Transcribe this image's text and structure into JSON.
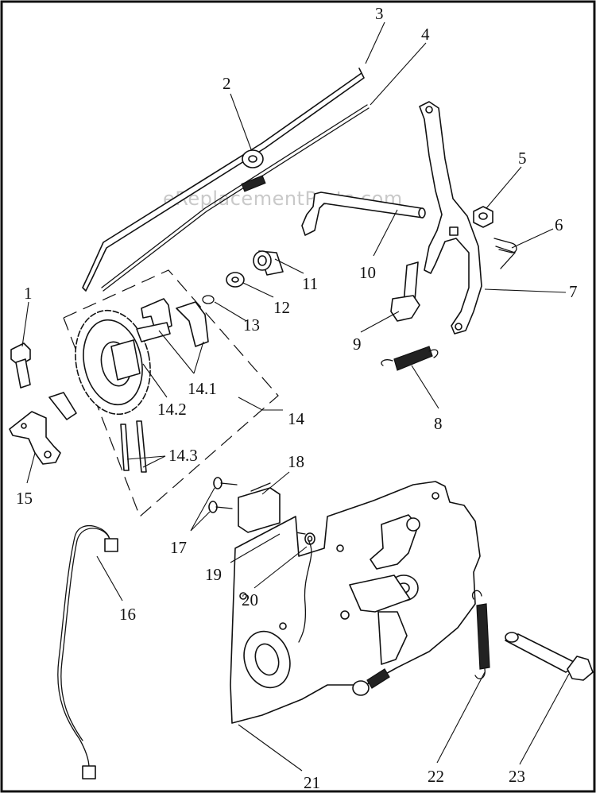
{
  "watermark": "eReplacementParts.com",
  "callouts": [
    {
      "id": "c1",
      "text": "1"
    },
    {
      "id": "c2",
      "text": "2"
    },
    {
      "id": "c3",
      "text": "3"
    },
    {
      "id": "c4",
      "text": "4"
    },
    {
      "id": "c5",
      "text": "5"
    },
    {
      "id": "c6",
      "text": "6"
    },
    {
      "id": "c7",
      "text": "7"
    },
    {
      "id": "c8",
      "text": "8"
    },
    {
      "id": "c9",
      "text": "9"
    },
    {
      "id": "c10",
      "text": "10"
    },
    {
      "id": "c11",
      "text": "11"
    },
    {
      "id": "c12",
      "text": "12"
    },
    {
      "id": "c13",
      "text": "13"
    },
    {
      "id": "c14",
      "text": "14"
    },
    {
      "id": "c14_1",
      "text": "14.1"
    },
    {
      "id": "c14_2",
      "text": "14.2"
    },
    {
      "id": "c14_3",
      "text": "14.3"
    },
    {
      "id": "c15",
      "text": "15"
    },
    {
      "id": "c16",
      "text": "16"
    },
    {
      "id": "c17",
      "text": "17"
    },
    {
      "id": "c18",
      "text": "18"
    },
    {
      "id": "c19",
      "text": "19"
    },
    {
      "id": "c20",
      "text": "20"
    },
    {
      "id": "c21",
      "text": "21"
    },
    {
      "id": "c22",
      "text": "22"
    },
    {
      "id": "c23",
      "text": "23"
    }
  ]
}
